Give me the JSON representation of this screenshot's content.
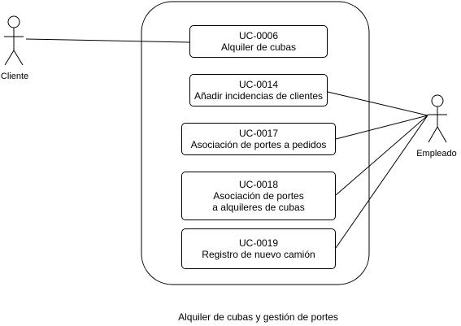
{
  "diagram": {
    "caption": "Alquiler de cubas y gestión de portes",
    "actors": {
      "cliente": "Cliente",
      "empleado": "Empleado"
    },
    "use_cases": [
      {
        "id": "UC-0006",
        "lines": [
          "Alquiler de cubas"
        ]
      },
      {
        "id": "UC-0014",
        "lines": [
          "Añadir incidencias de clientes"
        ]
      },
      {
        "id": "UC-0017",
        "lines": [
          "Asociación de portes a pedidos"
        ]
      },
      {
        "id": "UC-0018",
        "lines": [
          "Asociación de portes",
          "a alquileres de cubas"
        ]
      },
      {
        "id": "UC-0019",
        "lines": [
          "Registro de nuevo camión"
        ]
      }
    ]
  }
}
